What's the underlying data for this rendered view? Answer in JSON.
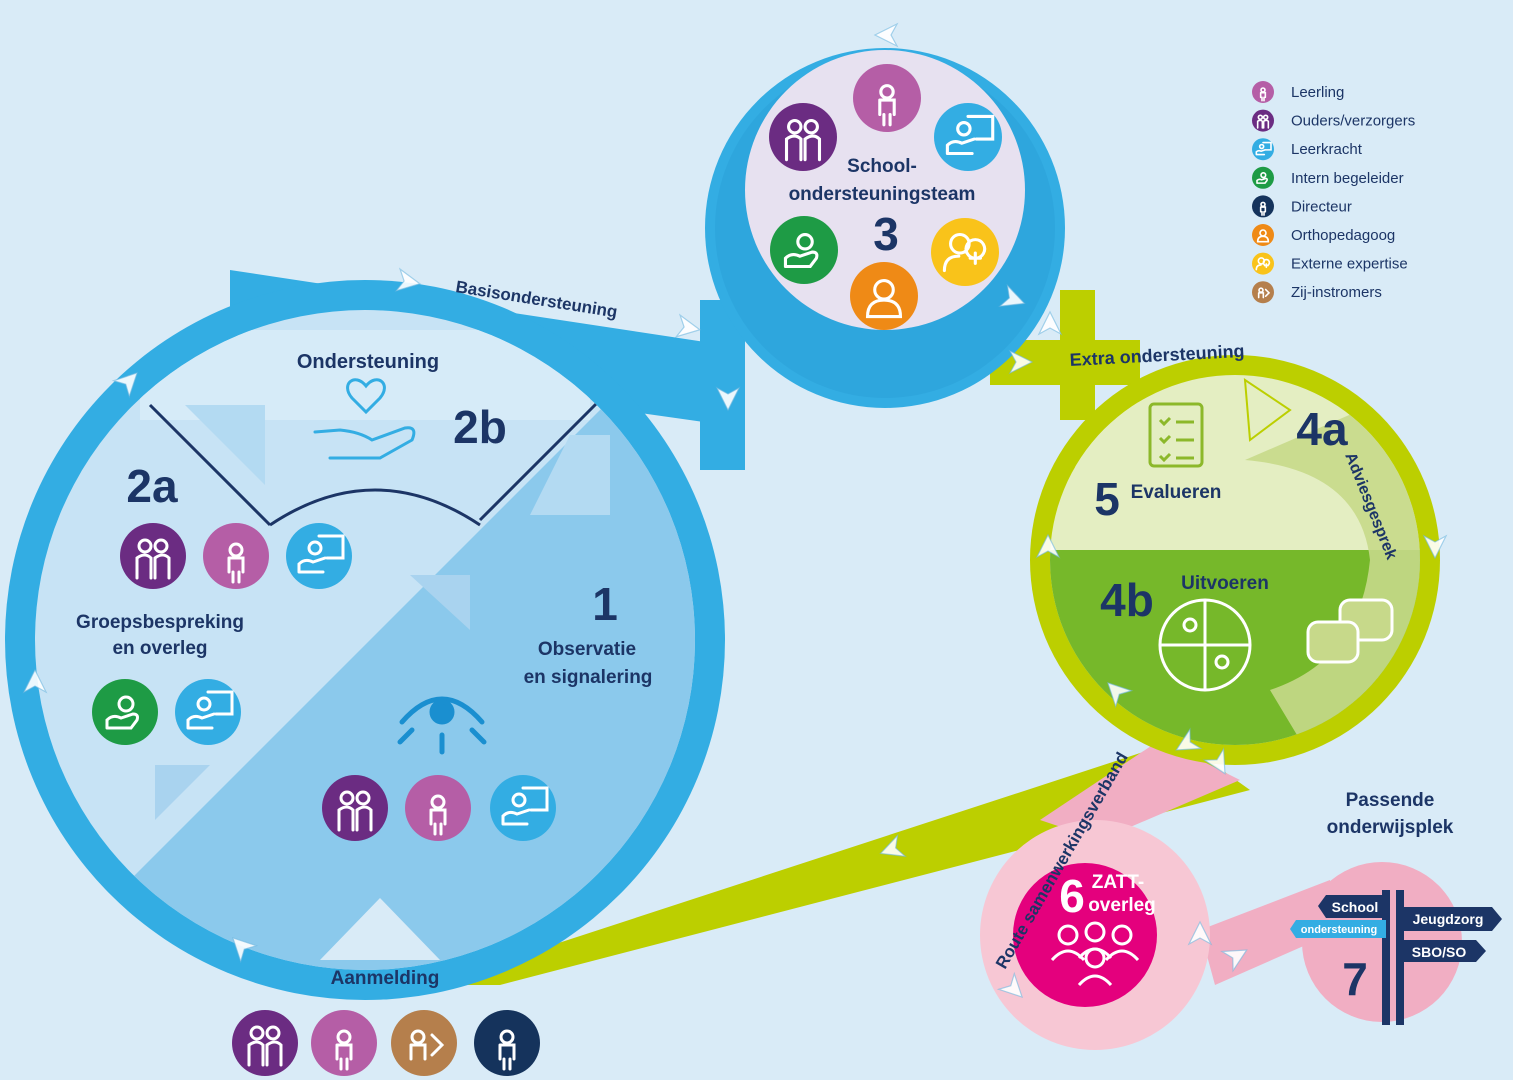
{
  "colors": {
    "background": "#d9ebf7",
    "blue_ring": "#33ade3",
    "light_blue": "#c7e3f5",
    "mid_blue": "#8bc9ec",
    "lime": "#bccf00",
    "lime_light": "#e4eec2",
    "green_dark": "#76b82a",
    "pink_light": "#f7c7d4",
    "pink_route": "#f1aec3",
    "magenta": "#e4007d",
    "navy": "#1c3566",
    "lilac_center": "#e7e1f0",
    "purple": "#6b2c82",
    "mauve": "#b55ea6",
    "brown": "#b57f4c",
    "orange": "#ef8a16",
    "yellow": "#f9c31a",
    "green_icon": "#1e9b45",
    "director_navy": "#15335c"
  },
  "legend": {
    "items": [
      {
        "icon": "leerling-icon",
        "color": "#b55ea6",
        "label": "Leerling"
      },
      {
        "icon": "ouders-icon",
        "color": "#6b2c82",
        "label": "Ouders/verzorgers"
      },
      {
        "icon": "leerkracht-icon",
        "color": "#33ade3",
        "label": "Leerkracht"
      },
      {
        "icon": "intern-begeleider-icon",
        "color": "#1e9b45",
        "label": "Intern begeleider"
      },
      {
        "icon": "directeur-icon",
        "color": "#15335c",
        "label": "Directeur"
      },
      {
        "icon": "orthopedagoog-icon",
        "color": "#ef8a16",
        "label": "Orthopedagoog"
      },
      {
        "icon": "externe-expertise-icon",
        "color": "#f9c31a",
        "label": "Externe expertise"
      },
      {
        "icon": "zij-instromers-icon",
        "color": "#b57f4c",
        "label": "Zij-instromers"
      }
    ]
  },
  "labels": {
    "basis": "Basisondersteuning",
    "extra": "Extra ondersteuning",
    "route": "Route samenwerkingsverband",
    "advies": "Adviesgesprek"
  },
  "steps": {
    "s1": {
      "num": "1",
      "line1": "Observatie",
      "line2": "en signalering"
    },
    "s2a": {
      "num": "2a",
      "line1": "Groepsbespreking",
      "line2": "en overleg"
    },
    "s2b": {
      "num": "2b",
      "title": "Ondersteuning"
    },
    "s3": {
      "num": "3",
      "line1": "School-",
      "line2": "ondersteuningsteam"
    },
    "s4a": {
      "num": "4a"
    },
    "s4b": {
      "num": "4b",
      "title": "Uitvoeren"
    },
    "s5": {
      "num": "5",
      "title": "Evalueren"
    },
    "s6": {
      "num": "6",
      "line1": "ZATT-",
      "line2": "overleg"
    },
    "s7": {
      "num": "7",
      "line1": "Passende",
      "line2": "onderwijsplek"
    },
    "aanmelding": "Aanmelding"
  },
  "signs": {
    "school": "School",
    "ondersteuning": "ondersteuning",
    "jeugdzorg": "Jeugdzorg",
    "sbo": "SBO/SO"
  }
}
